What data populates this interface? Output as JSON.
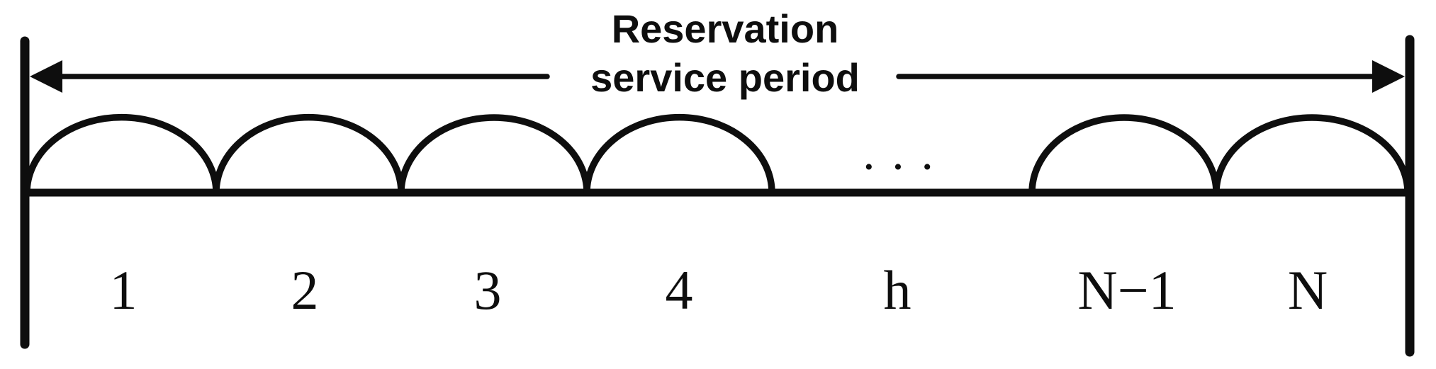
{
  "figure": {
    "title": {
      "line1": "Reservation",
      "line2": "service period"
    },
    "slot_labels": [
      "1",
      "2",
      "3",
      "4",
      "h",
      "N−1",
      "N"
    ],
    "ellipsis": "· · ·",
    "colors": {
      "ink": "#0e0e0e",
      "background": "#ffffff"
    }
  }
}
